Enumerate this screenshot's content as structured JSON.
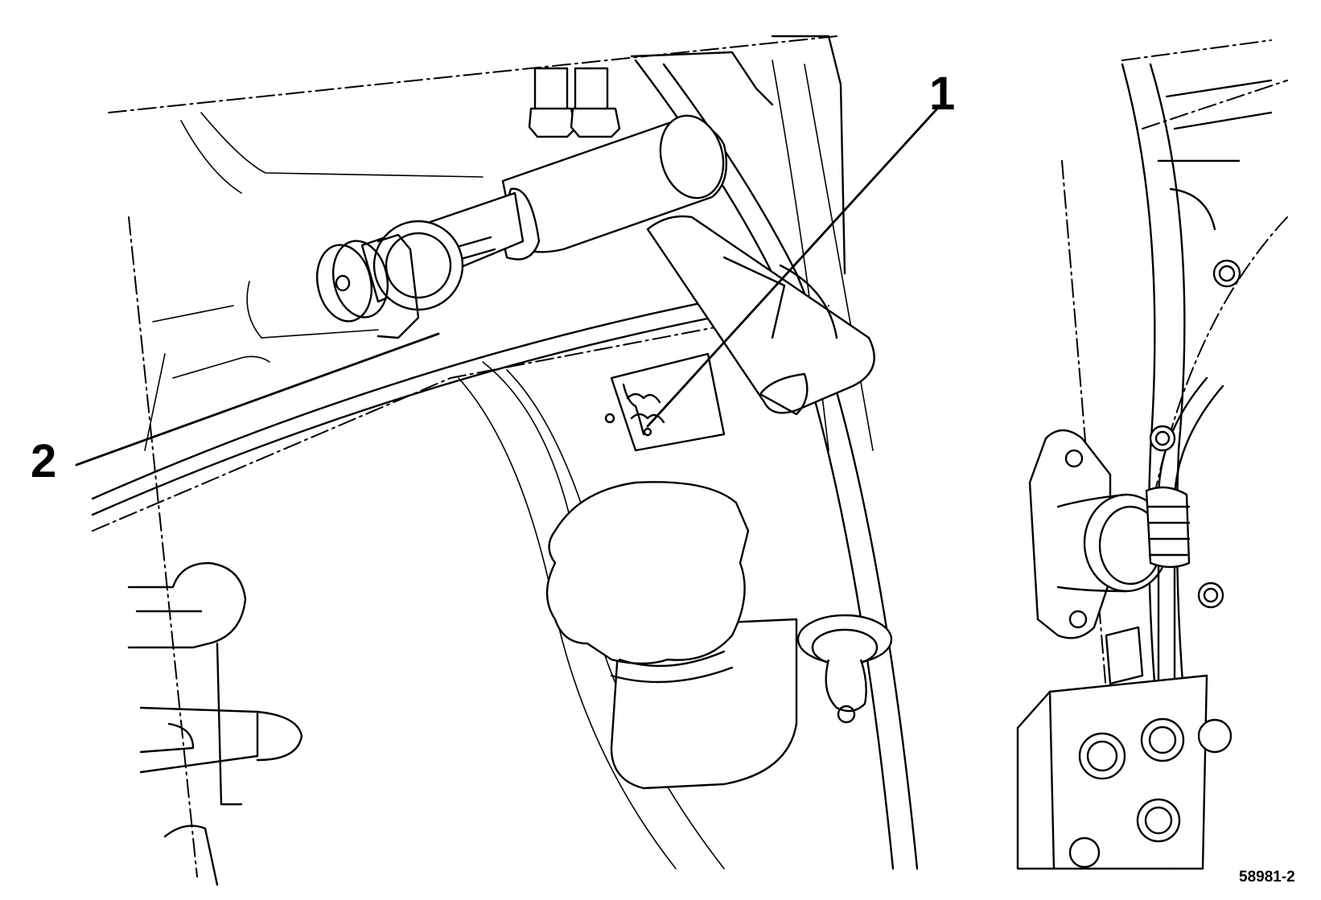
{
  "callouts": [
    {
      "id": "callout-1",
      "label": "1"
    },
    {
      "id": "callout-2",
      "label": "2"
    }
  ],
  "figure_id": "58981-2"
}
